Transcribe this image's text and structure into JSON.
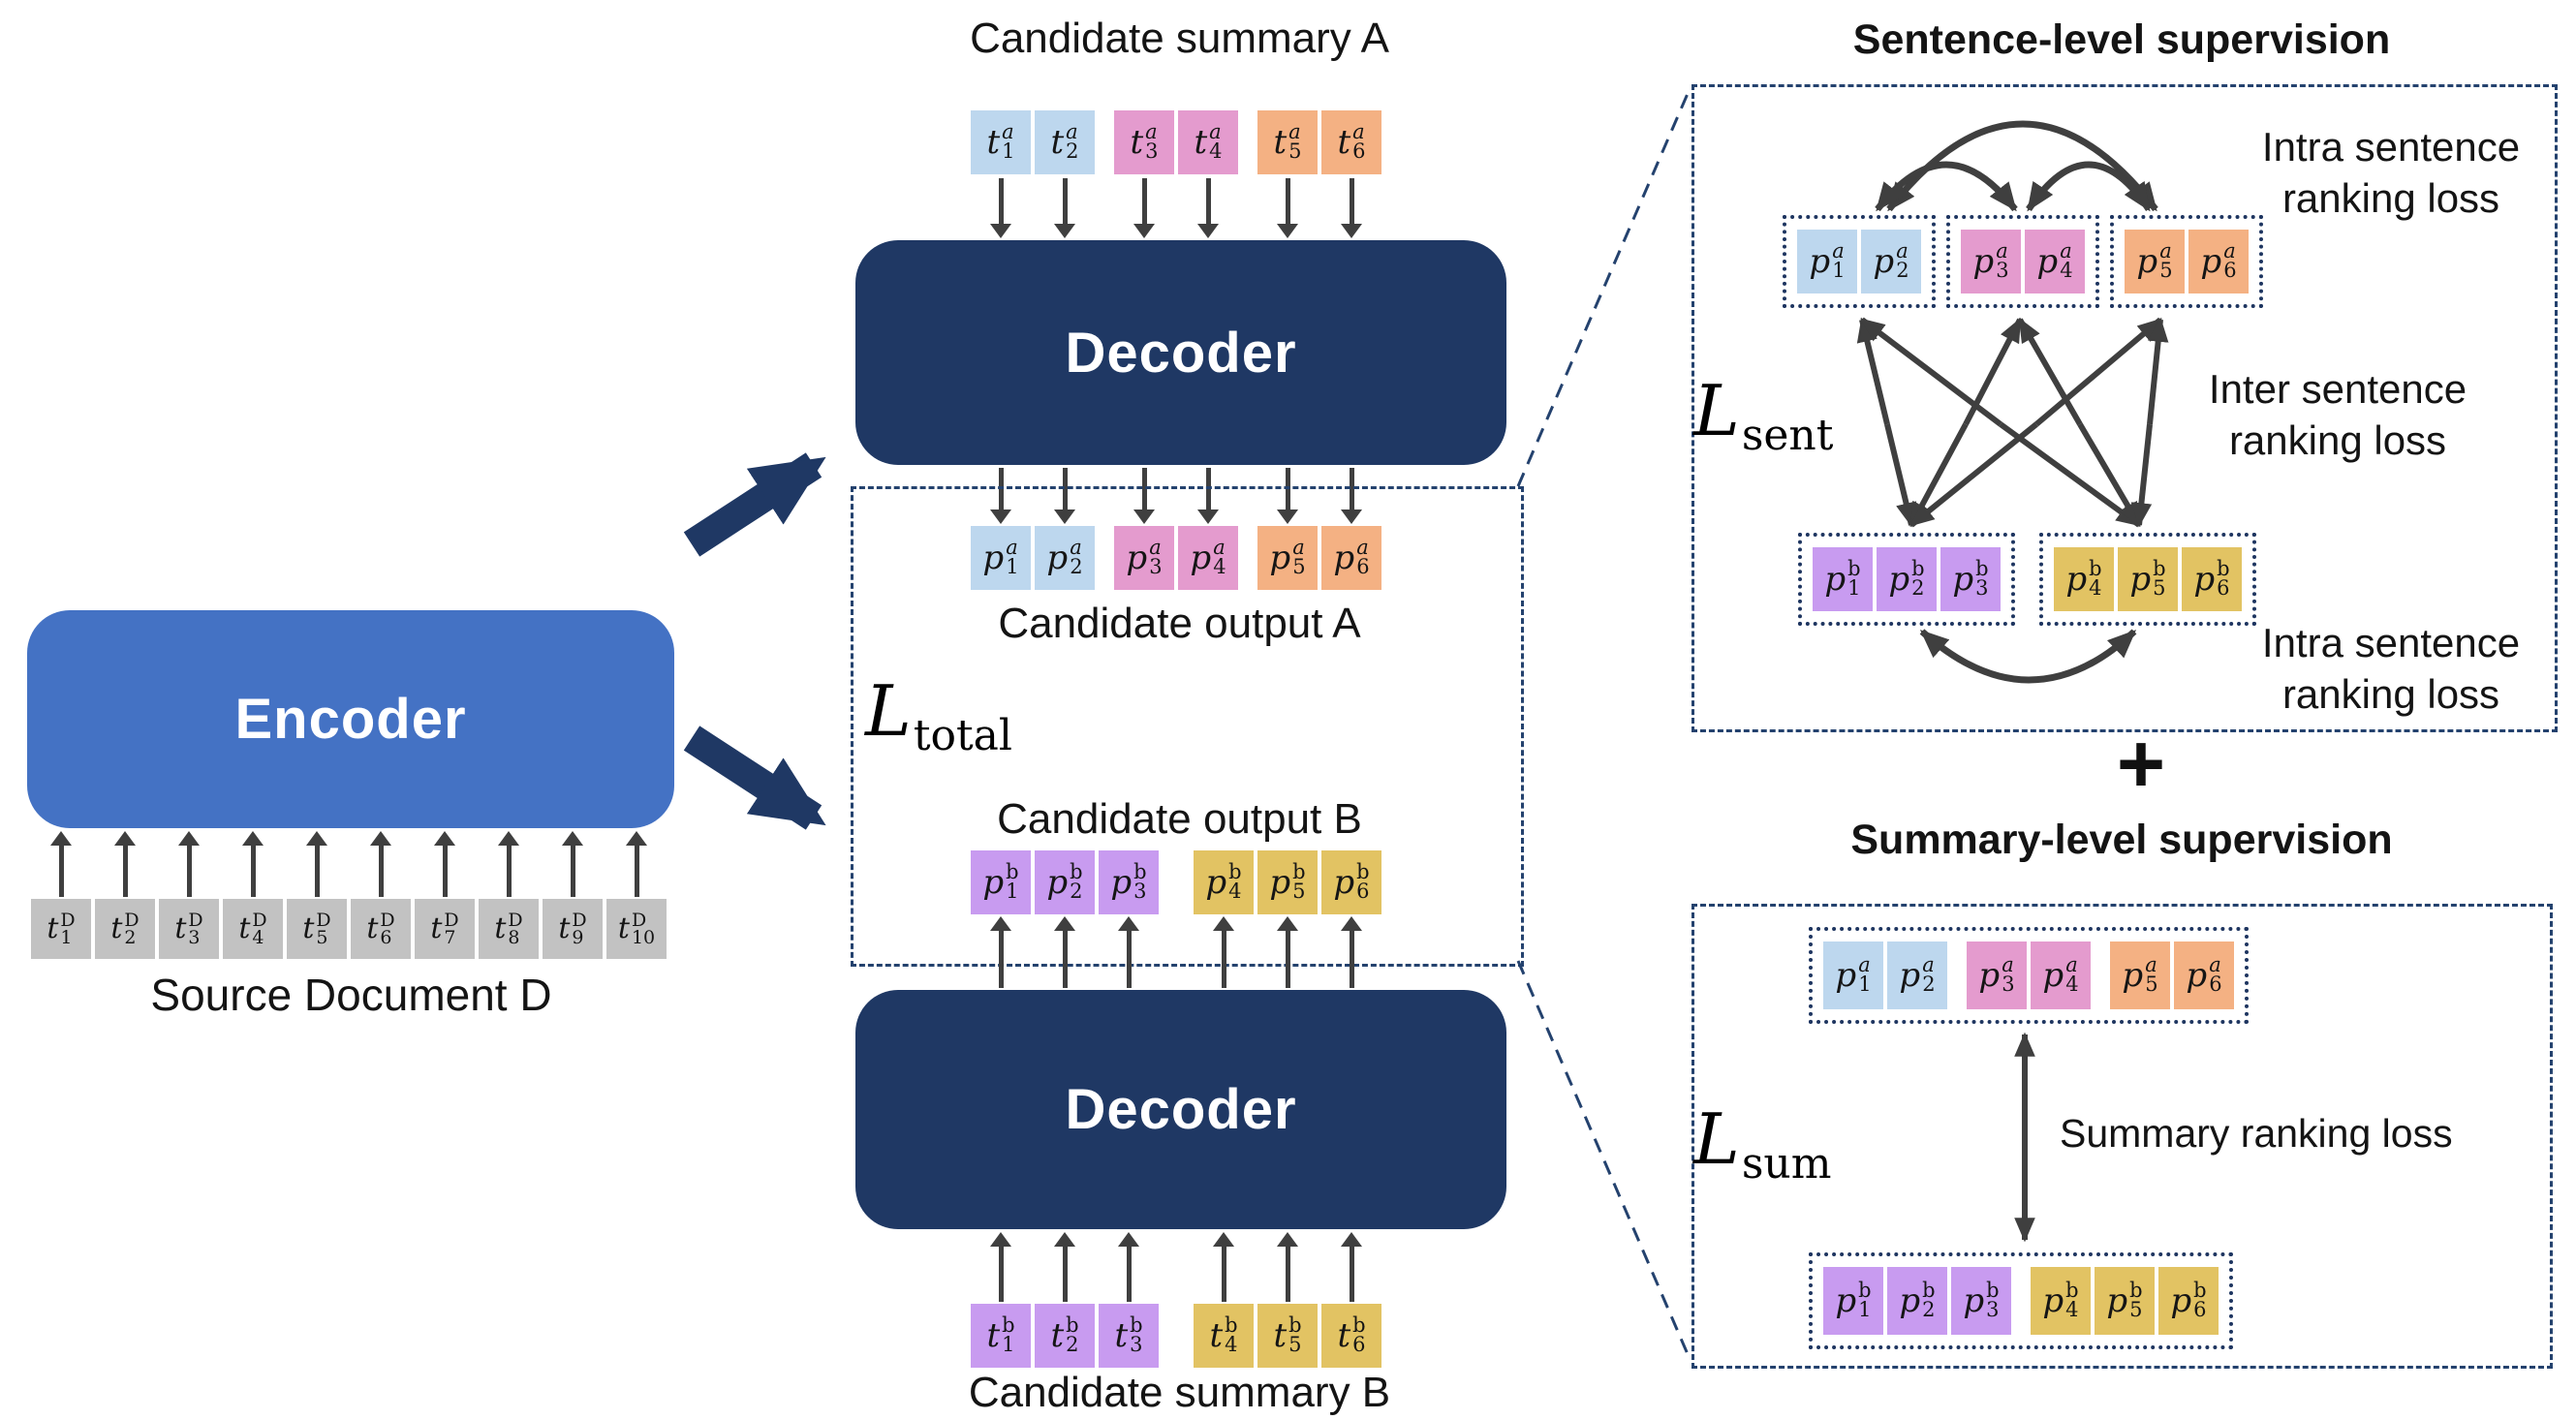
{
  "colors": {
    "encoder_blue": "#4472C4",
    "decoder_navy": "#1F3864",
    "panel_dash": "#24426E",
    "arrow_gray": "#3F3F3F",
    "token_blue": "#BDD7EE",
    "token_pink": "#E49BCE",
    "token_orange": "#F4B183",
    "token_purple": "#C89BF0",
    "token_gold": "#E2C363",
    "token_gray": "#C2C2C2"
  },
  "left": {
    "encoder_label": "Encoder",
    "source_label": "Source Document D",
    "tokens": [
      {
        "b": "t",
        "sup": "D",
        "sub": "1",
        "c": "gray"
      },
      {
        "b": "t",
        "sup": "D",
        "sub": "2",
        "c": "gray"
      },
      {
        "b": "t",
        "sup": "D",
        "sub": "3",
        "c": "gray"
      },
      {
        "b": "t",
        "sup": "D",
        "sub": "4",
        "c": "gray"
      },
      {
        "b": "t",
        "sup": "D",
        "sub": "5",
        "c": "gray"
      },
      {
        "b": "t",
        "sup": "D",
        "sub": "6",
        "c": "gray"
      },
      {
        "b": "t",
        "sup": "D",
        "sub": "7",
        "c": "gray"
      },
      {
        "b": "t",
        "sup": "D",
        "sub": "8",
        "c": "gray"
      },
      {
        "b": "t",
        "sup": "D",
        "sub": "9",
        "c": "gray"
      },
      {
        "b": "t",
        "sup": "D",
        "sub": "10",
        "c": "gray"
      }
    ]
  },
  "branch_a": {
    "summary_title": "Candidate summary A",
    "decoder_label": "Decoder",
    "output_title": "Candidate output A",
    "input_tokens": [
      {
        "b": "t",
        "sup": "a",
        "si": 1,
        "sub": "1",
        "c": "blue"
      },
      {
        "b": "t",
        "sup": "a",
        "si": 1,
        "sub": "2",
        "c": "blue",
        "g": 16
      },
      {
        "b": "t",
        "sup": "a",
        "si": 1,
        "sub": "3",
        "c": "pink"
      },
      {
        "b": "t",
        "sup": "a",
        "si": 1,
        "sub": "4",
        "c": "pink",
        "g": 16
      },
      {
        "b": "t",
        "sup": "a",
        "si": 1,
        "sub": "5",
        "c": "orange"
      },
      {
        "b": "t",
        "sup": "a",
        "si": 1,
        "sub": "6",
        "c": "orange"
      }
    ],
    "output_tokens": [
      {
        "b": "p",
        "sup": "a",
        "si": 1,
        "sub": "1",
        "c": "blue"
      },
      {
        "b": "p",
        "sup": "a",
        "si": 1,
        "sub": "2",
        "c": "blue",
        "g": 16
      },
      {
        "b": "p",
        "sup": "a",
        "si": 1,
        "sub": "3",
        "c": "pink"
      },
      {
        "b": "p",
        "sup": "a",
        "si": 1,
        "sub": "4",
        "c": "pink",
        "g": 16
      },
      {
        "b": "p",
        "sup": "a",
        "si": 1,
        "sub": "5",
        "c": "orange"
      },
      {
        "b": "p",
        "sup": "a",
        "si": 1,
        "sub": "6",
        "c": "orange"
      }
    ]
  },
  "branch_b": {
    "summary_title": "Candidate summary B",
    "decoder_label": "Decoder",
    "output_title": "Candidate output B",
    "input_tokens": [
      {
        "b": "t",
        "sup": "b",
        "sub": "1",
        "c": "purple"
      },
      {
        "b": "t",
        "sup": "b",
        "sub": "2",
        "c": "purple"
      },
      {
        "b": "t",
        "sup": "b",
        "sub": "3",
        "c": "purple",
        "g": 32
      },
      {
        "b": "t",
        "sup": "b",
        "sub": "4",
        "c": "gold"
      },
      {
        "b": "t",
        "sup": "b",
        "sub": "5",
        "c": "gold"
      },
      {
        "b": "t",
        "sup": "b",
        "sub": "6",
        "c": "gold"
      }
    ],
    "output_tokens": [
      {
        "b": "p",
        "sup": "b",
        "sub": "1",
        "c": "purple"
      },
      {
        "b": "p",
        "sup": "b",
        "sub": "2",
        "c": "purple"
      },
      {
        "b": "p",
        "sup": "b",
        "sub": "3",
        "c": "purple",
        "g": 32
      },
      {
        "b": "p",
        "sup": "b",
        "sub": "4",
        "c": "gold"
      },
      {
        "b": "p",
        "sup": "b",
        "sub": "5",
        "c": "gold"
      },
      {
        "b": "p",
        "sup": "b",
        "sub": "6",
        "c": "gold"
      }
    ]
  },
  "loss_total": {
    "base": "L",
    "sub": "total"
  },
  "sentence_panel": {
    "title": "Sentence-level supervision",
    "loss": {
      "base": "L",
      "sub": "sent"
    },
    "intra_top": {
      "line1": "Intra sentence",
      "line2": "ranking loss"
    },
    "inter": {
      "line1": "Inter sentence",
      "line2": "ranking loss"
    },
    "intra_bottom": {
      "line1": "Intra sentence",
      "line2": "ranking loss"
    },
    "groups_a": [
      {
        "tokens": [
          {
            "b": "p",
            "sup": "a",
            "si": 1,
            "sub": "1",
            "c": "blue"
          },
          {
            "b": "p",
            "sup": "a",
            "si": 1,
            "sub": "2",
            "c": "blue"
          }
        ]
      },
      {
        "tokens": [
          {
            "b": "p",
            "sup": "a",
            "si": 1,
            "sub": "3",
            "c": "pink"
          },
          {
            "b": "p",
            "sup": "a",
            "si": 1,
            "sub": "4",
            "c": "pink"
          }
        ]
      },
      {
        "tokens": [
          {
            "b": "p",
            "sup": "a",
            "si": 1,
            "sub": "5",
            "c": "orange"
          },
          {
            "b": "p",
            "sup": "a",
            "si": 1,
            "sub": "6",
            "c": "orange"
          }
        ]
      }
    ],
    "groups_b": [
      {
        "tokens": [
          {
            "b": "p",
            "sup": "b",
            "sub": "1",
            "c": "purple"
          },
          {
            "b": "p",
            "sup": "b",
            "sub": "2",
            "c": "purple"
          },
          {
            "b": "p",
            "sup": "b",
            "sub": "3",
            "c": "purple"
          }
        ]
      },
      {
        "tokens": [
          {
            "b": "p",
            "sup": "b",
            "sub": "4",
            "c": "gold"
          },
          {
            "b": "p",
            "sup": "b",
            "sub": "5",
            "c": "gold"
          },
          {
            "b": "p",
            "sup": "b",
            "sub": "6",
            "c": "gold"
          }
        ]
      }
    ]
  },
  "plus_sign": "+",
  "summary_panel": {
    "title": "Summary-level supervision",
    "loss": {
      "base": "L",
      "sub": "sum"
    },
    "ranking_label": "Summary ranking loss",
    "row_a": [
      {
        "b": "p",
        "sup": "a",
        "si": 1,
        "sub": "1",
        "c": "blue"
      },
      {
        "b": "p",
        "sup": "a",
        "si": 1,
        "sub": "2",
        "c": "blue",
        "g": 16
      },
      {
        "b": "p",
        "sup": "a",
        "si": 1,
        "sub": "3",
        "c": "pink"
      },
      {
        "b": "p",
        "sup": "a",
        "si": 1,
        "sub": "4",
        "c": "pink",
        "g": 16
      },
      {
        "b": "p",
        "sup": "a",
        "si": 1,
        "sub": "5",
        "c": "orange"
      },
      {
        "b": "p",
        "sup": "a",
        "si": 1,
        "sub": "6",
        "c": "orange"
      }
    ],
    "row_b": [
      {
        "b": "p",
        "sup": "b",
        "sub": "1",
        "c": "purple"
      },
      {
        "b": "p",
        "sup": "b",
        "sub": "2",
        "c": "purple"
      },
      {
        "b": "p",
        "sup": "b",
        "sub": "3",
        "c": "purple",
        "g": 16
      },
      {
        "b": "p",
        "sup": "b",
        "sub": "4",
        "c": "gold"
      },
      {
        "b": "p",
        "sup": "b",
        "sub": "5",
        "c": "gold"
      },
      {
        "b": "p",
        "sup": "b",
        "sub": "6",
        "c": "gold"
      }
    ]
  }
}
